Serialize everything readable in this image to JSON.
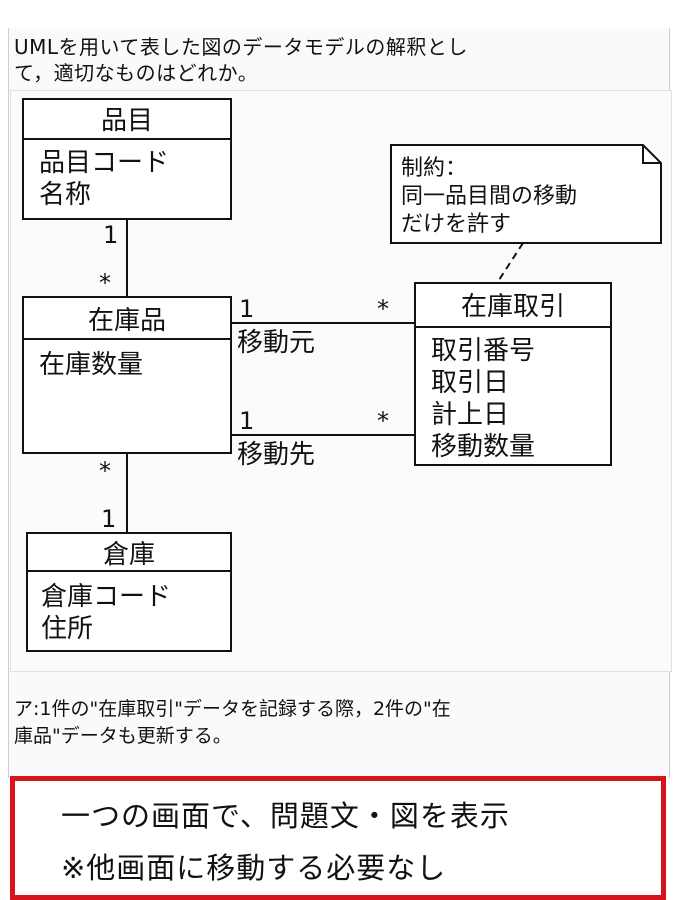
{
  "question": {
    "line1": "UMLを用いて表した図のデータモデルの解釈とし",
    "line2": "て，適切なものはどれか。"
  },
  "diagram": {
    "item": {
      "title": "品目",
      "attrs": [
        "品目コード",
        "名称"
      ]
    },
    "stock": {
      "title": "在庫品",
      "attrs": [
        "在庫数量"
      ]
    },
    "warehouse": {
      "title": "倉庫",
      "attrs": [
        "倉庫コード",
        "住所"
      ]
    },
    "transaction": {
      "title": "在庫取引",
      "attrs": [
        "取引番号",
        "取引日",
        "計上日",
        "移動数量"
      ]
    },
    "note": {
      "lines": [
        "制約：",
        "同一品目間の移動",
        "だけを許す"
      ]
    },
    "assoc_item_stock": {
      "top": "1",
      "bottom": "*"
    },
    "assoc_source": {
      "left": "1",
      "right": "*",
      "label": "移動元"
    },
    "assoc_dest": {
      "left": "1",
      "right": "*",
      "label": "移動先"
    },
    "assoc_stock_warehouse": {
      "top": "*",
      "bottom": "1"
    }
  },
  "answer": {
    "line1": "ア:1件の\"在庫取引\"データを記録する際，2件の\"在",
    "line2": "庫品\"データも更新する。"
  },
  "callout": {
    "line1": "一つの画面で、問題文・図を表示",
    "line2": "※他画面に移動する必要なし"
  }
}
